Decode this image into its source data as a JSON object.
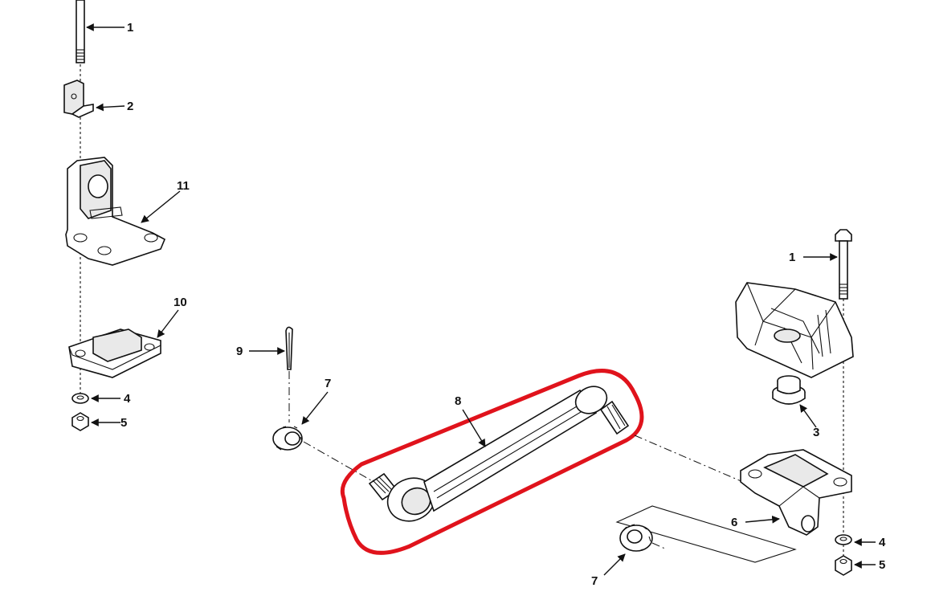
{
  "diagram": {
    "callouts": {
      "bolt_left": "1",
      "bolt_right": "1",
      "bracket": "2",
      "bushing": "3",
      "washer_left": "4",
      "washer_right": "4",
      "nut_left": "5",
      "nut_right": "5",
      "lower_mount": "6",
      "castle_nut_left": "7",
      "castle_nut_right": "7",
      "torque_rod": "8",
      "cotter_pin": "9",
      "lower_plate": "10",
      "upper_mount": "11"
    },
    "highlight_color": "#e0131c"
  }
}
